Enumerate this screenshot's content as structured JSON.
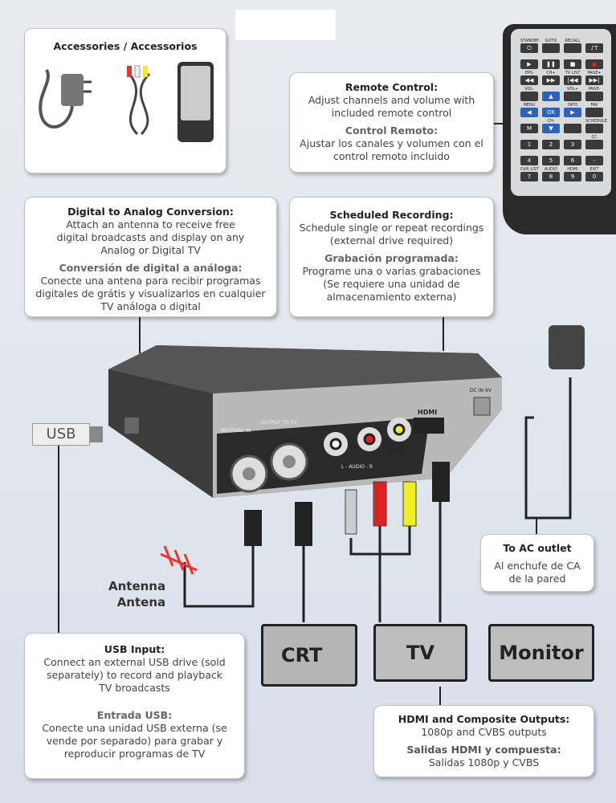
{
  "accessories": {
    "title": "Accessories / Accessorios"
  },
  "remote_box": {
    "title_en": "Remote Control:",
    "text_en": "Adjust channels and volume with included remote control",
    "title_es": "Control Remoto:",
    "text_es": "Ajustar los canales y volumen con el control remoto incluido"
  },
  "digital_box": {
    "title_en": "Digital to Analog Conversion:",
    "text_en": "Attach an antenna to receive free digital broadcasts and display on any Analog or Digital TV",
    "title_es": "Conversión de digital a análoga:",
    "text_es": "Conecte una antena para recibir programas digitales de grátis y visualizarlos en cualquier TV análoga o digital"
  },
  "recording_box": {
    "title_en": "Scheduled Recording:",
    "text_en": "Schedule single or repeat recordings (external drive required)",
    "title_es": "Grabación programada:",
    "text_es": "Programe una o varias grabaciones (Se requiere una unidad de almacenamiento externa)"
  },
  "ac_box": {
    "title_en": "To AC outlet",
    "text_es": "Al enchufe de CA de la pared"
  },
  "usb_box": {
    "title_en": "USB Input:",
    "text_en": "Connect an external USB drive (sold separately) to record and playback TV broadcasts",
    "title_es": "Entrada USB:",
    "text_es": "Conecte una unidad USB externa (se vende por separado) para grabar y reproducir programas de TV"
  },
  "hdmi_box": {
    "title_en": "HDMI and Composite Outputs:",
    "text_en": "1080p and CVBS outputs",
    "title_es": "Salidas HDMI y compuesta:",
    "text_es": "Salidas 1080p y CVBS"
  },
  "usb_stick": {
    "label": "USB"
  },
  "antenna": {
    "label_en": "Antenna",
    "label_es": "Antena"
  },
  "displays": [
    "CRT",
    "TV",
    "Monitor"
  ],
  "device": {
    "ports": [
      "ANTENNA IN",
      "OUTPUT TO TV",
      "L - AUDIO - R",
      "VIDEO",
      "HDMI",
      "DC IN 9V"
    ]
  },
  "remote": {
    "keys": [
      [
        "STANDBY",
        "⏻"
      ],
      [
        "GOTO",
        ""
      ],
      [
        "RECALL",
        ""
      ],
      [
        "",
        "♪T"
      ],
      [
        "",
        "▶"
      ],
      [
        "",
        "❚❚"
      ],
      [
        "",
        "■"
      ],
      [
        "",
        "●"
      ],
      [
        "EPG",
        "◀◀"
      ],
      [
        "CH+",
        "▶▶"
      ],
      [
        "TV LIST",
        "|◀◀"
      ],
      [
        "PAGE+",
        "▶▶|"
      ],
      [
        "VOL-",
        ""
      ],
      [
        "",
        "▲"
      ],
      [
        "VOL+",
        ""
      ],
      [
        "PAGE-",
        ""
      ],
      [
        "MENU",
        "◀"
      ],
      [
        "",
        "OK"
      ],
      [
        "INFO",
        "▶"
      ],
      [
        "FAV",
        ""
      ],
      [
        "",
        "M"
      ],
      [
        "CH-",
        "▼"
      ],
      [
        "",
        ""
      ],
      [
        "SCHEDULE",
        ""
      ],
      [
        "",
        "1"
      ],
      [
        "",
        "2"
      ],
      [
        "",
        "3"
      ],
      [
        "CC",
        ""
      ],
      [
        "",
        "4"
      ],
      [
        "",
        "5"
      ],
      [
        "",
        "6"
      ],
      [
        "",
        "-"
      ],
      [
        "DVR LIST",
        "7"
      ],
      [
        "AUDIO",
        "8"
      ],
      [
        "HDMI",
        "9"
      ],
      [
        "EXIT",
        "0"
      ]
    ]
  }
}
